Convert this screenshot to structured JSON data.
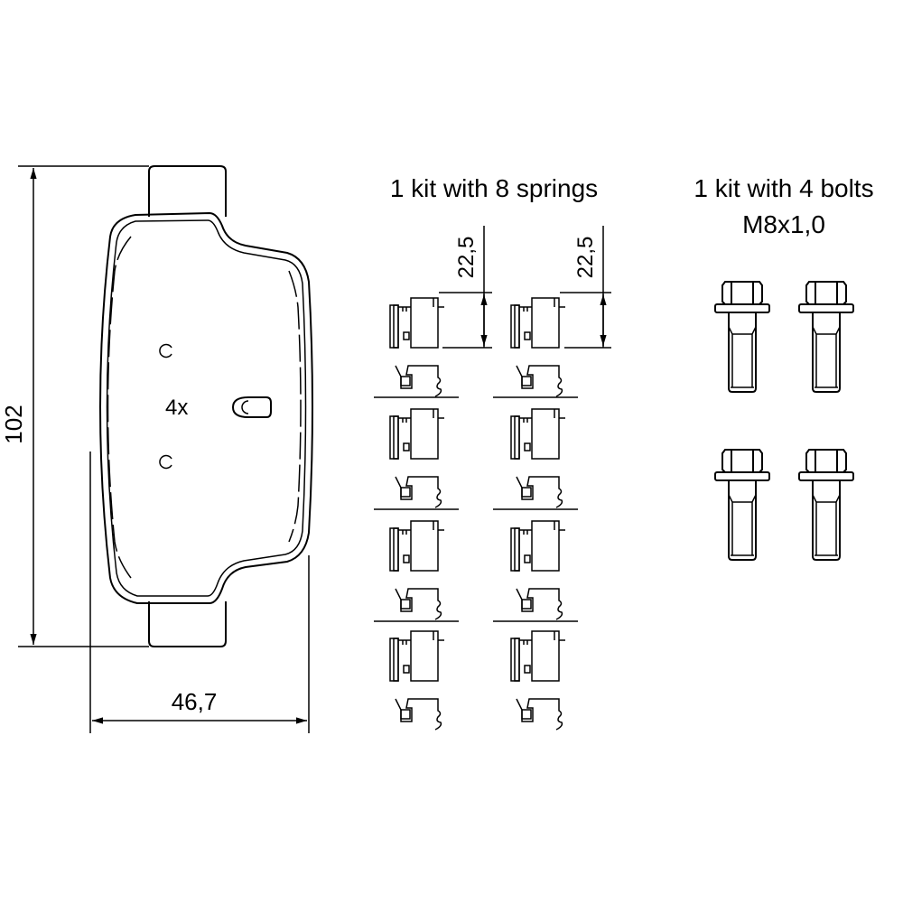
{
  "pad": {
    "height_dim": "102",
    "width_dim": "46,7",
    "quantity": "4x"
  },
  "springs_kit": {
    "title": "1 kit with 8 springs",
    "dim_left": "22,5",
    "dim_right": "22,5"
  },
  "bolts_kit": {
    "title": "1 kit with 4 bolts",
    "thread": "M8x1,0"
  }
}
